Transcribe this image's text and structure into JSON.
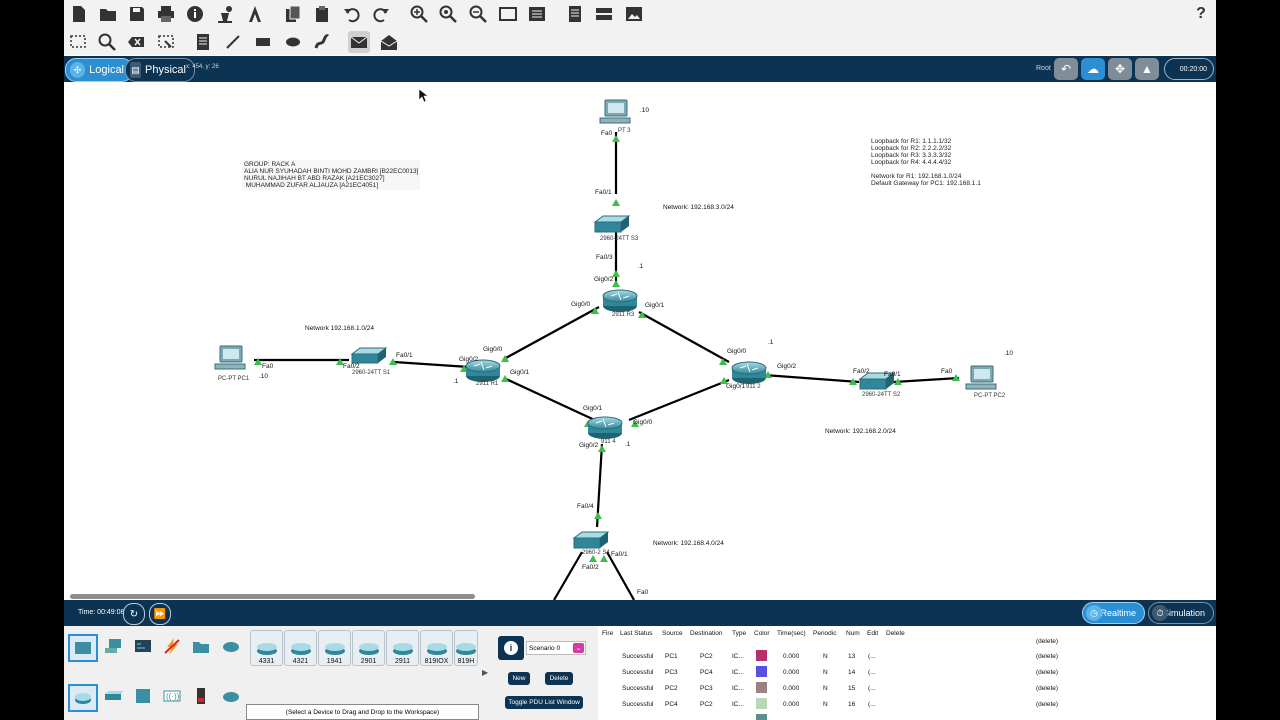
{
  "nav": {
    "logical_label": "Logical",
    "physical_label": "Physical",
    "coords": "x: 454, y: 26",
    "root_label": "Root",
    "clock": "00:20:00"
  },
  "notes": {
    "group": "GROUP: RACK A\nALIA NUR SYUHADAH BINTI MOHD ZAMBRI [B22EC0013]\nNURUL NAJIHAH BT ABD RAZAK [A21EC3027]\n MUHAMMAD ZUFAR ALJAUZA [A21EC4051]",
    "loopback": "Loopback for R1: 1.1.1.1/32\nLoopback for R2: 2.2.2.2/32\nLoopback for R3: 3.3.3.3/32\nLoopback for R4: 4.4.4.4/32\n\nNetwork for R1: 192.168.1.0/24\nDefault Gateway for PC1: 192.168.1.1",
    "net1": "Network 192.168.1.0/24",
    "net2": "Network: 192.168.2.0/24",
    "net3": "Network: 192.168.3.0/24",
    "net4": "Network: 192.168.4.0/24"
  },
  "devices": {
    "pc1": "PC-PT\nPC1",
    "pc2": "PC-PT\nPC2",
    "pc3": "PT\n3",
    "r1": "2911\nR1",
    "r2": "911\n2",
    "r3": "2911\nR3",
    "r4": "911\n4",
    "s1": "2960-24TT\nS1",
    "s2": "2960-24TT\nS2",
    "s3": "2960-24TT\nS3",
    "s4": "2960-2\nS4"
  },
  "ports": {
    "pc1_fa0": "Fa0",
    "pc1_ip": ".10",
    "s1_fa02": "Fa0/2",
    "s1_fa01": "Fa0/1",
    "r1_gig02": "Gig0/2",
    "r1_gig00": "Gig0/0",
    "r1_gig01": "Gig0/1",
    "r1_ip": ".1",
    "r3_gig02": "Gig0/2",
    "r3_gig00": "Gig0/0",
    "r3_gig01": "Gig0/1",
    "r3_ip": ".1",
    "s3_fa03": "Fa0/3",
    "s3_fa01": "Fa0/1",
    "pc3_fa0": "Fa0",
    "pc3_ip": ".10",
    "r2_gig00": "Gig0/0",
    "r2_gig02": "Gig0/2",
    "r2_gig01": "Gig0/1",
    "r2_ip": ".1",
    "s2_fa02": "Fa0/2",
    "s2_fa01": "Fa0/1",
    "pc2_fa0": "Fa0",
    "pc2_ip": ".10",
    "r4_gig01": "Gig0/1",
    "r4_gig00": "Gig0/0",
    "r4_gig02": "Gig0/2",
    "r4_ip": ".1",
    "s4_fa04": "Fa0/4",
    "s4_fa01": "Fa0/1",
    "s4_fa02": "Fa0/2",
    "s4_fa0": "Fa0"
  },
  "timebar": {
    "time": "Time: 00:49:08",
    "realtime": "Realtime",
    "simulation": "Simulation"
  },
  "bottom": {
    "models": [
      "4331",
      "4321",
      "1941",
      "2901",
      "2911",
      "819IOX",
      "819H"
    ],
    "drag_hint": "(Select a Device to Drag and Drop to the Workspace)",
    "scenario": "Scenario 0",
    "new_label": "New",
    "delete_label": "Delete",
    "toggle_label": "Toggle PDU List Window",
    "columns": [
      "Fire",
      "Last Status",
      "Source",
      "Destination",
      "Type",
      "Color",
      "Time(sec)",
      "Periodic",
      "Num",
      "Edit",
      "Delete"
    ],
    "rows": [
      {
        "status": "Successful",
        "src": "PC1",
        "dst": "PC2",
        "type": "IC...",
        "color": "#b5306c",
        "time": "0.000",
        "periodic": "N",
        "num": "13",
        "edit": "(...",
        "del": "(delete)"
      },
      {
        "status": "Successful",
        "src": "PC3",
        "dst": "PC4",
        "type": "IC...",
        "color": "#5a4fe0",
        "time": "0.000",
        "periodic": "N",
        "num": "14",
        "edit": "(...",
        "del": "(delete)"
      },
      {
        "status": "Successful",
        "src": "PC2",
        "dst": "PC3",
        "type": "IC...",
        "color": "#9a8184",
        "time": "0.000",
        "periodic": "N",
        "num": "15",
        "edit": "(...",
        "del": "(delete)"
      },
      {
        "status": "Successful",
        "src": "PC4",
        "dst": "PC2",
        "type": "IC...",
        "color": "#b9d9b6",
        "time": "0.000",
        "periodic": "N",
        "num": "16",
        "edit": "(...",
        "del": "(delete)"
      },
      {
        "status": "",
        "src": "",
        "dst": "",
        "type": "",
        "color": "#5e8f86",
        "time": "",
        "periodic": "",
        "num": "",
        "edit": "",
        "del": ""
      }
    ],
    "partial_top_row_delete": "(delete)"
  },
  "toolbar_icons": [
    "new-file-icon",
    "open-folder-icon",
    "save-icon",
    "print-icon",
    "info-icon",
    "network-info-icon",
    "activity-wizard-icon",
    "copy-icon",
    "paste-icon",
    "undo-icon",
    "redo-icon",
    "zoom-in-icon",
    "zoom-reset-icon",
    "zoom-out-icon",
    "window-icon",
    "palette-icon",
    "notes-icon",
    "device-list-icon",
    "picture-icon",
    "help-icon"
  ],
  "colors": {
    "navy": "#0d3352",
    "accent": "#2d8fd3",
    "link_green": "#3cbf4a"
  }
}
